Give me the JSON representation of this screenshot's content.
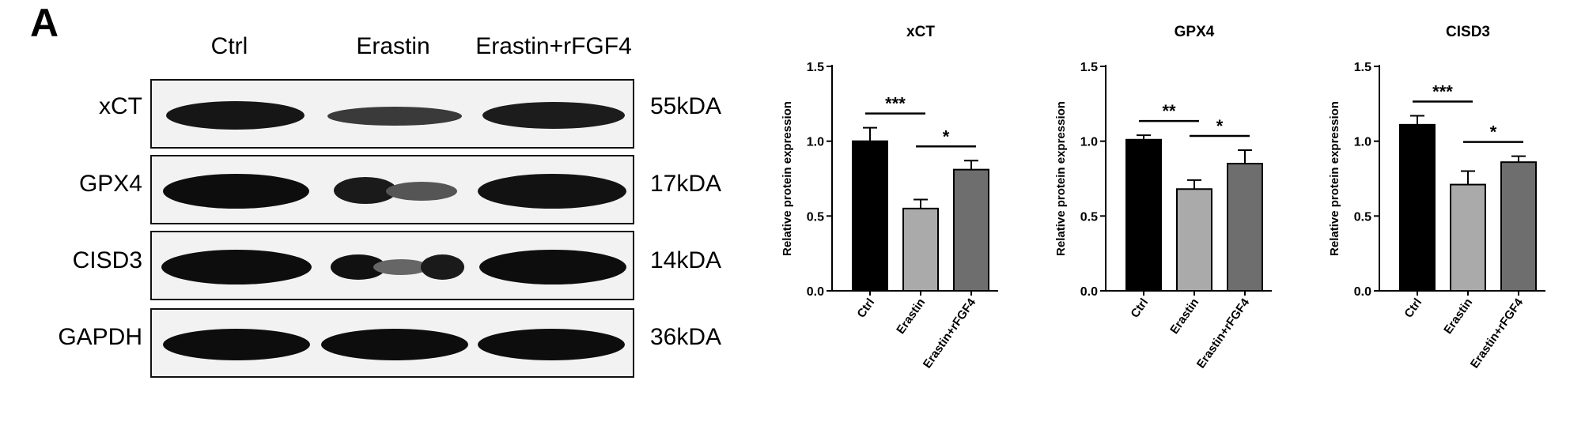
{
  "panel_letter": "A",
  "western_blot": {
    "lanes": [
      "Ctrl",
      "Erastin",
      "Erastin+rFGF4"
    ],
    "rows": [
      {
        "protein": "xCT",
        "kda": "55kDA"
      },
      {
        "protein": "GPX4",
        "kda": "17kDA"
      },
      {
        "protein": "CISD3",
        "kda": "14kDA"
      },
      {
        "protein": "GAPDH",
        "kda": "36kDA"
      }
    ]
  },
  "colors": {
    "ctrl_bar": "#000000",
    "erastin_bar": "#aaaaaa",
    "rfgf4_bar": "#6e6e6e",
    "band": "#0d0d0d"
  },
  "chart_data": [
    {
      "type": "bar",
      "title": "xCT",
      "ylabel": "Relative protein expression",
      "categories": [
        "Ctrl",
        "Erastin",
        "Erastin+rFGF4"
      ],
      "values": [
        1.0,
        0.55,
        0.81
      ],
      "errors": [
        0.09,
        0.06,
        0.06
      ],
      "ylim": [
        0,
        1.5
      ],
      "yticks": [
        "0.0",
        "0.5",
        "1.0",
        "1.5"
      ],
      "significance": [
        {
          "pair": [
            0,
            1
          ],
          "label": "***"
        },
        {
          "pair": [
            1,
            2
          ],
          "label": "*"
        }
      ]
    },
    {
      "type": "bar",
      "title": "GPX4",
      "ylabel": "Relative protein expression",
      "categories": [
        "Ctrl",
        "Erastin",
        "Erastin+rFGF4"
      ],
      "values": [
        1.01,
        0.68,
        0.85
      ],
      "errors": [
        0.03,
        0.06,
        0.09
      ],
      "ylim": [
        0,
        1.5
      ],
      "yticks": [
        "0.0",
        "0.5",
        "1.0",
        "1.5"
      ],
      "significance": [
        {
          "pair": [
            0,
            1
          ],
          "label": "**"
        },
        {
          "pair": [
            1,
            2
          ],
          "label": "*"
        }
      ]
    },
    {
      "type": "bar",
      "title": "CISD3",
      "ylabel": "Relative protein expression",
      "categories": [
        "Ctrl",
        "Erastin",
        "Erastin+rFGF4"
      ],
      "values": [
        1.11,
        0.71,
        0.86
      ],
      "errors": [
        0.06,
        0.09,
        0.04
      ],
      "ylim": [
        0,
        1.5
      ],
      "yticks": [
        "0.0",
        "0.5",
        "1.0",
        "1.5"
      ],
      "significance": [
        {
          "pair": [
            0,
            1
          ],
          "label": "***"
        },
        {
          "pair": [
            1,
            2
          ],
          "label": "*"
        }
      ]
    }
  ]
}
